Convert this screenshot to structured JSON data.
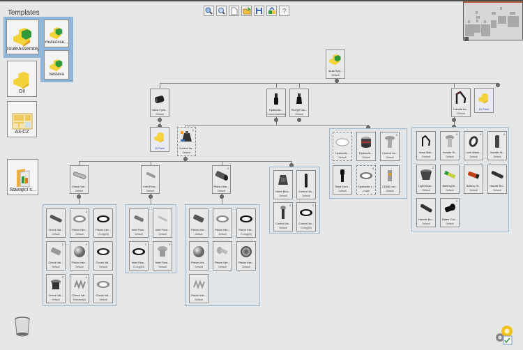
{
  "templates": {
    "title": "Templates",
    "items": [
      {
        "label": "routeAssembly",
        "icon": "assembly-icon",
        "selected": true
      },
      {
        "label": "routeAsse...",
        "icon": "assembly-icon",
        "selected": true
      },
      {
        "label": "Sestava",
        "icon": "assembly-icon",
        "selected": true
      },
      {
        "label": "Díl",
        "icon": "part-icon",
        "selected": false
      },
      {
        "label": "A3-CZ",
        "icon": "drawing-icon",
        "selected": false
      }
    ],
    "existing": {
      "label": "Stávající s...",
      "icon": "folder-icon"
    }
  },
  "toolbar": {
    "buttons": [
      {
        "name": "zoom-in",
        "icon": "zoom-in-icon"
      },
      {
        "name": "zoom-fit",
        "icon": "zoom-fit-icon"
      },
      {
        "name": "new",
        "icon": "new-document-icon"
      },
      {
        "name": "open",
        "icon": "open-folder-icon"
      },
      {
        "name": "save",
        "icon": "save-icon"
      },
      {
        "name": "arrange",
        "icon": "arrange-icon"
      },
      {
        "name": "help",
        "icon": "help-icon"
      }
    ]
  },
  "tree": {
    "root": {
      "name": "4246 Sprj...",
      "config": "Default"
    },
    "level1": [
      {
        "name": "Valve Cylin...",
        "config": "Default"
      },
      {
        "name": "Hydraulic...",
        "config": "Control Assembly"
      },
      {
        "name": "Plunger As...",
        "config": "Default"
      },
      {
        "name": "Handle As...",
        "config": "Default"
      },
      {
        "name": "15 Parts",
        "config": ""
      }
    ],
    "level2": [
      {
        "name": "10 Parts",
        "config": ""
      },
      {
        "name": "Control Va...",
        "config": "Default",
        "count": "1"
      }
    ],
    "hydraulic_panel": [
      {
        "name": "Hydraulic...",
        "config": "Default"
      },
      {
        "name": "Hydraulic...",
        "config": "Default"
      },
      {
        "name": "Control Va...",
        "config": "Default",
        "count": "3"
      },
      {
        "name": "Twist Cont...",
        "config": "Default"
      },
      {
        "name": "Hydraulic I...",
        "config": "Lmake",
        "count": "4"
      },
      {
        "name": "CDM6 con...",
        "config": "Default"
      }
    ],
    "handle_panel": [
      {
        "name": "Hand Ball...",
        "config": "Formed"
      },
      {
        "name": "Handle St...",
        "config": "Default",
        "count": "4"
      },
      {
        "name": "Lock Wash...",
        "config": "Default",
        "count": "4"
      },
      {
        "name": "Handle St...",
        "config": "Default",
        "count": "4"
      },
      {
        "name": "Light Asse...",
        "config": "Default",
        "count": "2"
      },
      {
        "name": "Battery(Hi...",
        "config": "Default"
      },
      {
        "name": "Battery St...",
        "config": "Default"
      },
      {
        "name": "Handle Bo...",
        "config": "Default"
      },
      {
        "name": "Handle Bo...",
        "config": "Default"
      },
      {
        "name": "Batter Cov...",
        "config": "Default",
        "count": "2"
      }
    ],
    "level3": [
      {
        "name": "Check Val...",
        "config": "Default"
      },
      {
        "name": "Inlet Flow...",
        "config": "Default"
      },
      {
        "name": "Piston Inle...",
        "config": "Default",
        "count": "2"
      }
    ],
    "control_panel": [
      {
        "name": "Valve Bloc...",
        "config": "Default"
      },
      {
        "name": "Control Va...",
        "config": "Default"
      },
      {
        "name": "Control Va...",
        "config": "Default",
        "count": "4"
      },
      {
        "name": "Control Va...",
        "config": "O-ring(00)",
        "count": "2"
      }
    ],
    "check_panel": [
      {
        "name": "Check Val...",
        "config": "Default"
      },
      {
        "name": "Piston Inle...",
        "config": "Default",
        "count": "2"
      },
      {
        "name": "Piston Inle...",
        "config": "O-ring(00)"
      },
      {
        "name": "Check Val...",
        "config": "Default",
        "count": "2"
      },
      {
        "name": "Piston Inle...",
        "config": "Default",
        "count": "2"
      },
      {
        "name": "Check Val...",
        "config": "Default"
      },
      {
        "name": "Check Val...",
        "config": "Default",
        "count": "2"
      },
      {
        "name": "Check Val...",
        "config": "Enclosed(0)",
        "count": "2"
      },
      {
        "name": "Check Val...",
        "config": "Default"
      }
    ],
    "inlet_panel": [
      {
        "name": "Inlet Flow...",
        "config": "Default"
      },
      {
        "name": "Inlet Flow...",
        "config": "Default"
      },
      {
        "name": "Inlet Flow...",
        "config": "O-ring(00)",
        "count": "2"
      },
      {
        "name": "Inlet Flow...",
        "config": "Default",
        "count": "2"
      }
    ],
    "piston_panel": [
      {
        "name": "Piston Inle...",
        "config": "Default"
      },
      {
        "name": "Piston Inle...",
        "config": "Default"
      },
      {
        "name": "Piston Inle...",
        "config": "O-ring(00)"
      },
      {
        "name": "Piston Inle...",
        "config": "Default"
      },
      {
        "name": "Piston Inle...",
        "config": "Default"
      },
      {
        "name": "Piston Inle...",
        "config": "Default"
      },
      {
        "name": "Piston Inle...",
        "config": "Default"
      }
    ]
  },
  "colors": {
    "background": "#e6e7e7",
    "template_selection": "#8fb5d8",
    "panel_border": "#9fb7cf",
    "group_label": "#2a3fb0"
  }
}
